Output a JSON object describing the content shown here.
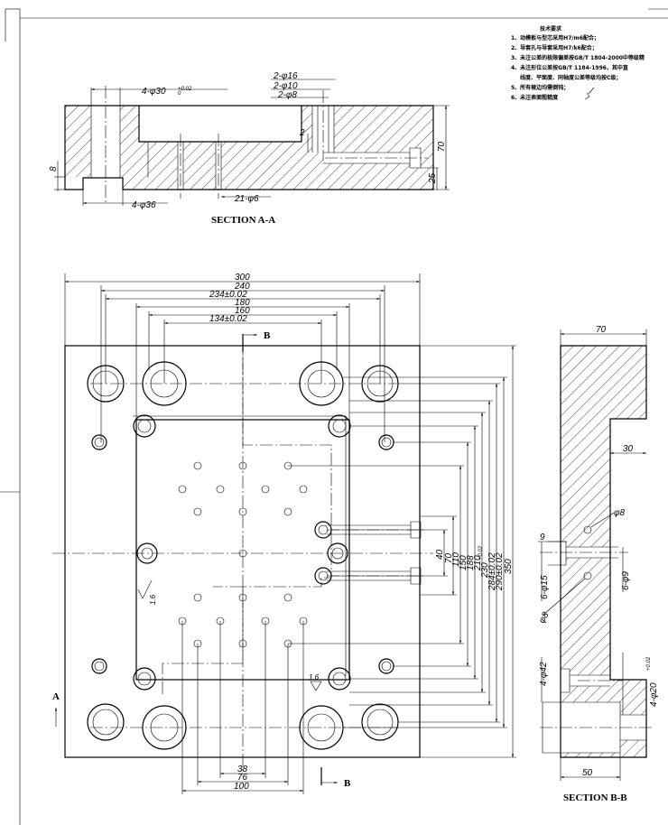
{
  "notes": {
    "title": "技术要求",
    "items": [
      "1、动模板与型芯采用H7/m6配合；",
      "2、导套孔与导套采用H7/k6配合；",
      "3、未注公差的极限偏差按GB/T 1804-2000中等级精",
      "4、未注形位公差按GB/T 1184-1996，其中直",
      "线度、平面度、同轴度公差等级均按C级；",
      "5、所有棱边均需倒钝；",
      "6、未注表面粗糙度"
    ]
  },
  "section_aa": {
    "title": "SECTION A-A",
    "dims": {
      "bore_top": "4-φ30",
      "bore_tol": "+0.02",
      "bore_tol2": "0",
      "d16": "2-φ16",
      "d10": "2-φ10",
      "d8": "2-φ8",
      "h2": "2",
      "h70": "70",
      "h25": "25",
      "h8": "8",
      "cb36": "4-φ36",
      "holes": "21-φ6"
    }
  },
  "plan": {
    "dims": {
      "w300": "300",
      "w240": "240",
      "w234": "234±0.02",
      "w180": "180",
      "w160": "160",
      "w134": "134±0.02",
      "h40": "40",
      "h70": "70",
      "h110": "110",
      "h150": "150",
      "h188": "188",
      "h210": "210",
      "h230": "230",
      "h230_tol": "+0.02",
      "h284": "284±0.02",
      "h290": "290±0.02",
      "h350": "350",
      "b38": "38",
      "b76": "76",
      "b100": "100"
    },
    "roughness1": "1.6",
    "roughness2": "1.6",
    "label_a": "A",
    "label_b_top": "B",
    "label_b_bottom": "B"
  },
  "section_bb": {
    "title": "SECTION B-B",
    "dims": {
      "w70": "70",
      "w30": "30",
      "d8a": "φ8",
      "n9": "9",
      "d15": "6-φ15",
      "d9": "6-φ9",
      "d8b": "φ8",
      "d42": "4-φ42",
      "d20": "4-φ20",
      "d20_tol": "+0.02",
      "w50": "50"
    }
  }
}
